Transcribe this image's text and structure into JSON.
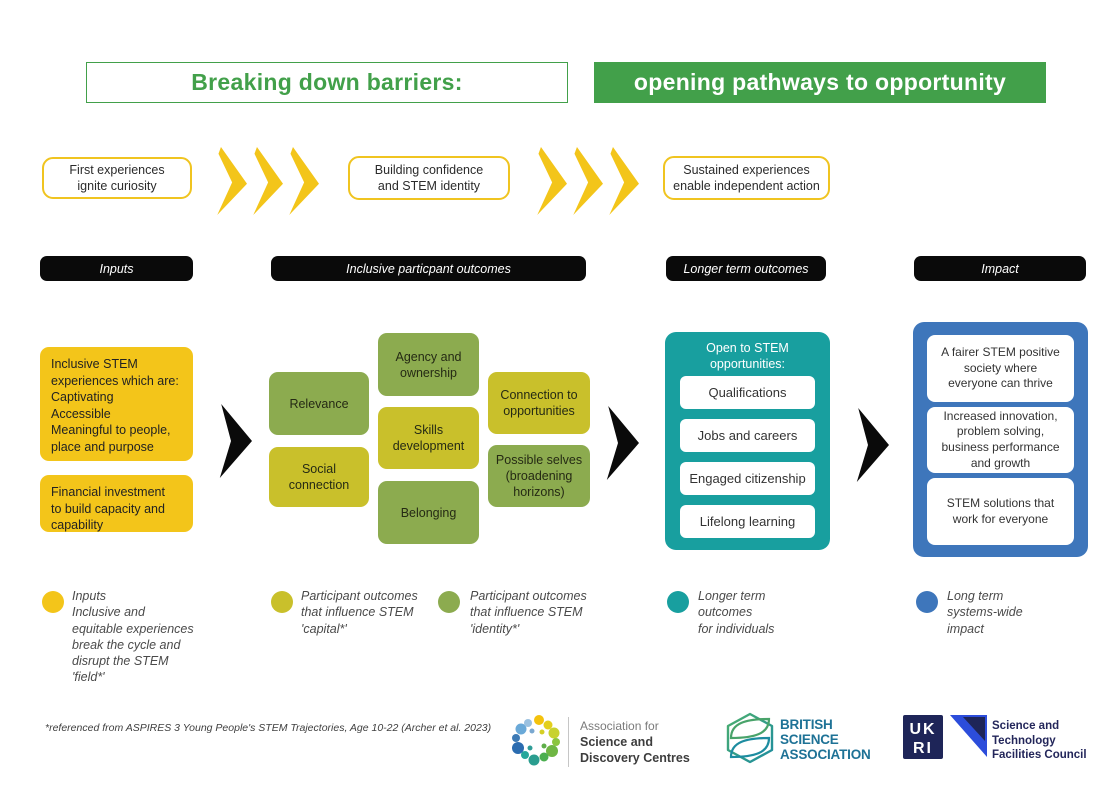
{
  "palette": {
    "green": "#42a04a",
    "yellow": "#f3c51a",
    "gold_border": "#f0c420",
    "olive": "#c9c02b",
    "leaf": "#8cab4f",
    "teal": "#189f9f",
    "blue": "#3e76bb",
    "black": "#0a0a0a"
  },
  "title": {
    "left_label": "Breaking down barriers:",
    "right_label": "opening pathways to opportunity"
  },
  "journey": {
    "stage1": "First experiences\nignite curiosity",
    "stage2": "Building confidence\nand STEM identity",
    "stage3": "Sustained experiences\nenable independent action"
  },
  "headers": {
    "inputs": "Inputs",
    "participant": "Inclusive particpant outcomes",
    "longer": "Longer term outcomes",
    "impact": "Impact"
  },
  "inputs": {
    "box1": "Inclusive STEM\nexperiences which are:\nCaptivating\nAccessible\nMeaningful to people,\nplace and purpose",
    "box2": "Financial investment\nto build capacity and\ncapability"
  },
  "participant": {
    "relevance": "Relevance",
    "social_connection": "Social\nconnection",
    "agency": "Agency and\nownership",
    "skills": "Skills\ndevelopment",
    "belonging": "Belonging",
    "connection": "Connection to\nopportunities",
    "possible_selves": "Possible selves\n(broadening\nhorizons)"
  },
  "longer_term": {
    "heading": "Open to STEM\nopportunities:",
    "item1": "Qualifications",
    "item2": "Jobs and careers",
    "item3": "Engaged citizenship",
    "item4": "Lifelong learning"
  },
  "impact": {
    "box1": "A fairer STEM positive\nsociety where\neveryone can thrive",
    "box2": "Increased innovation,\nproblem solving,\nbusiness performance\nand growth",
    "box3": "STEM solutions that\nwork for everyone"
  },
  "legend": {
    "items": [
      {
        "color": "#f3c51a",
        "label": "Inputs\nInclusive and\nequitable experiences\nbreak the cycle and\ndisrupt the STEM\n'field*'"
      },
      {
        "color": "#c9c02b",
        "label": "Participant outcomes\nthat influence STEM\n'capital*'"
      },
      {
        "color": "#8cab4f",
        "label": "Participant outcomes\nthat influence STEM\n'identity*'"
      },
      {
        "color": "#189f9f",
        "label": "Longer term\noutcomes\nfor individuals"
      },
      {
        "color": "#3e76bb",
        "label": "Long term\nsystems-wide\nimpact"
      }
    ]
  },
  "footnote": "*referenced from ASPIRES 3 Young People's STEM Trajectories, Age 10-22 (Archer et al. 2023)",
  "logos": {
    "asdc": {
      "line1": "Association for",
      "line2": "Science and",
      "line3": "Discovery Centres"
    },
    "bsa": {
      "line1": "BRITISH",
      "line2": "SCIENCE",
      "line3": "ASSOCIATION"
    },
    "ukri": {
      "uk": "UK",
      "ri": "RI",
      "council": "Science and\nTechnology\nFacilities Council"
    }
  }
}
